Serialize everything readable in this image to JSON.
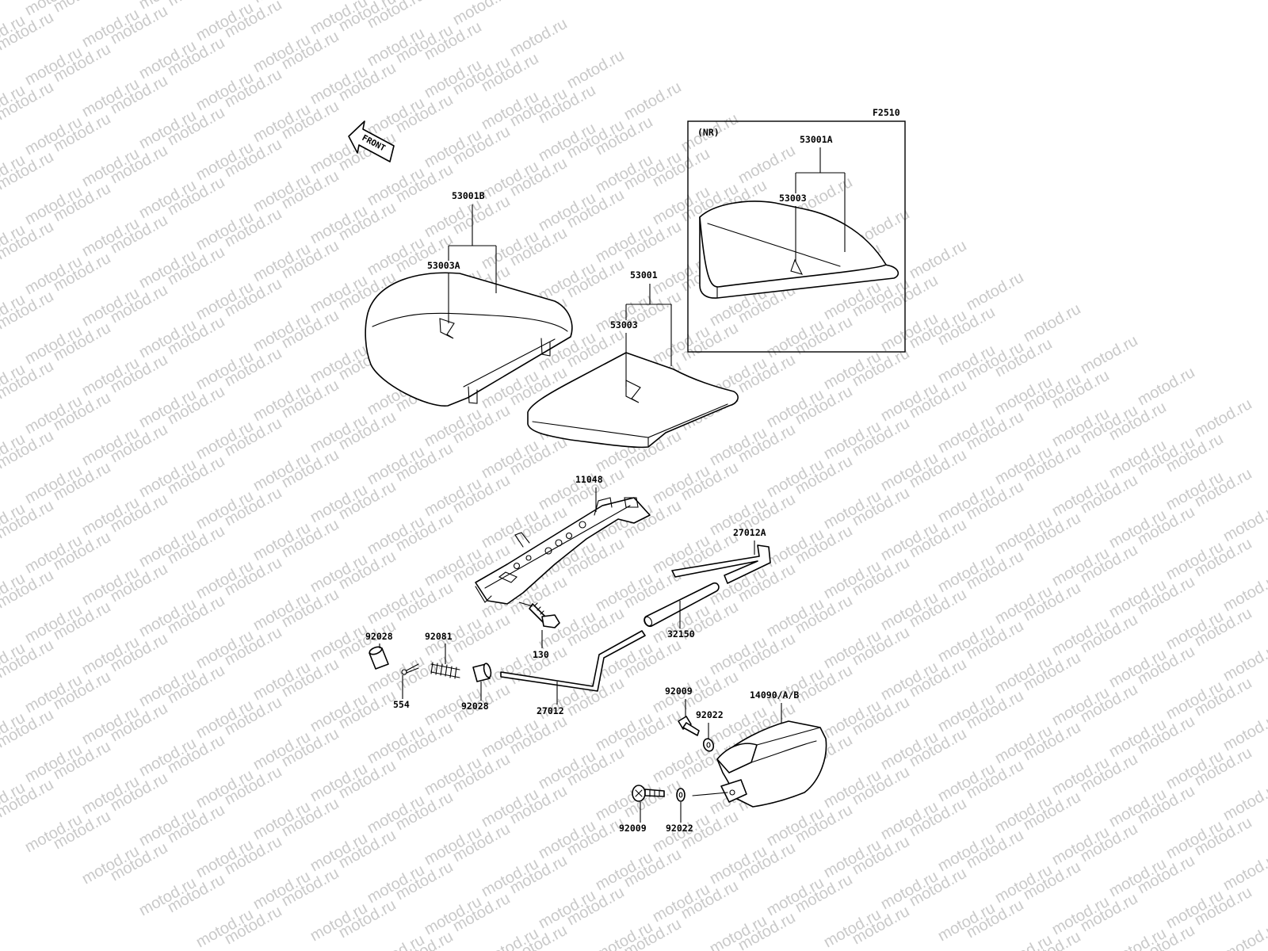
{
  "watermark": {
    "text": "motod.ru",
    "color": "#c9c9c9"
  },
  "diagram": {
    "figure_code": "F2510",
    "front_arrow": "FRONT",
    "inset": {
      "label": "(NR)"
    },
    "labels": {
      "inset_seat": "53001A",
      "inset_seat_cover": "53003",
      "rear_seat": "53001B",
      "rear_seat_cover": "53003A",
      "seat": "53001",
      "seat_cover": "53003",
      "bracket": "11048",
      "bolt": "130",
      "cable_upper": "27012A",
      "tube": "32150",
      "cable_lower": "27012",
      "collar_left": "92028",
      "spring": "92081",
      "cotter_pin": "554",
      "collar_right": "92028",
      "bolt_upper": "92009",
      "washer_upper": "92022",
      "case": "14090/A/B",
      "bolt_lower": "92009",
      "washer_lower": "92022"
    }
  }
}
